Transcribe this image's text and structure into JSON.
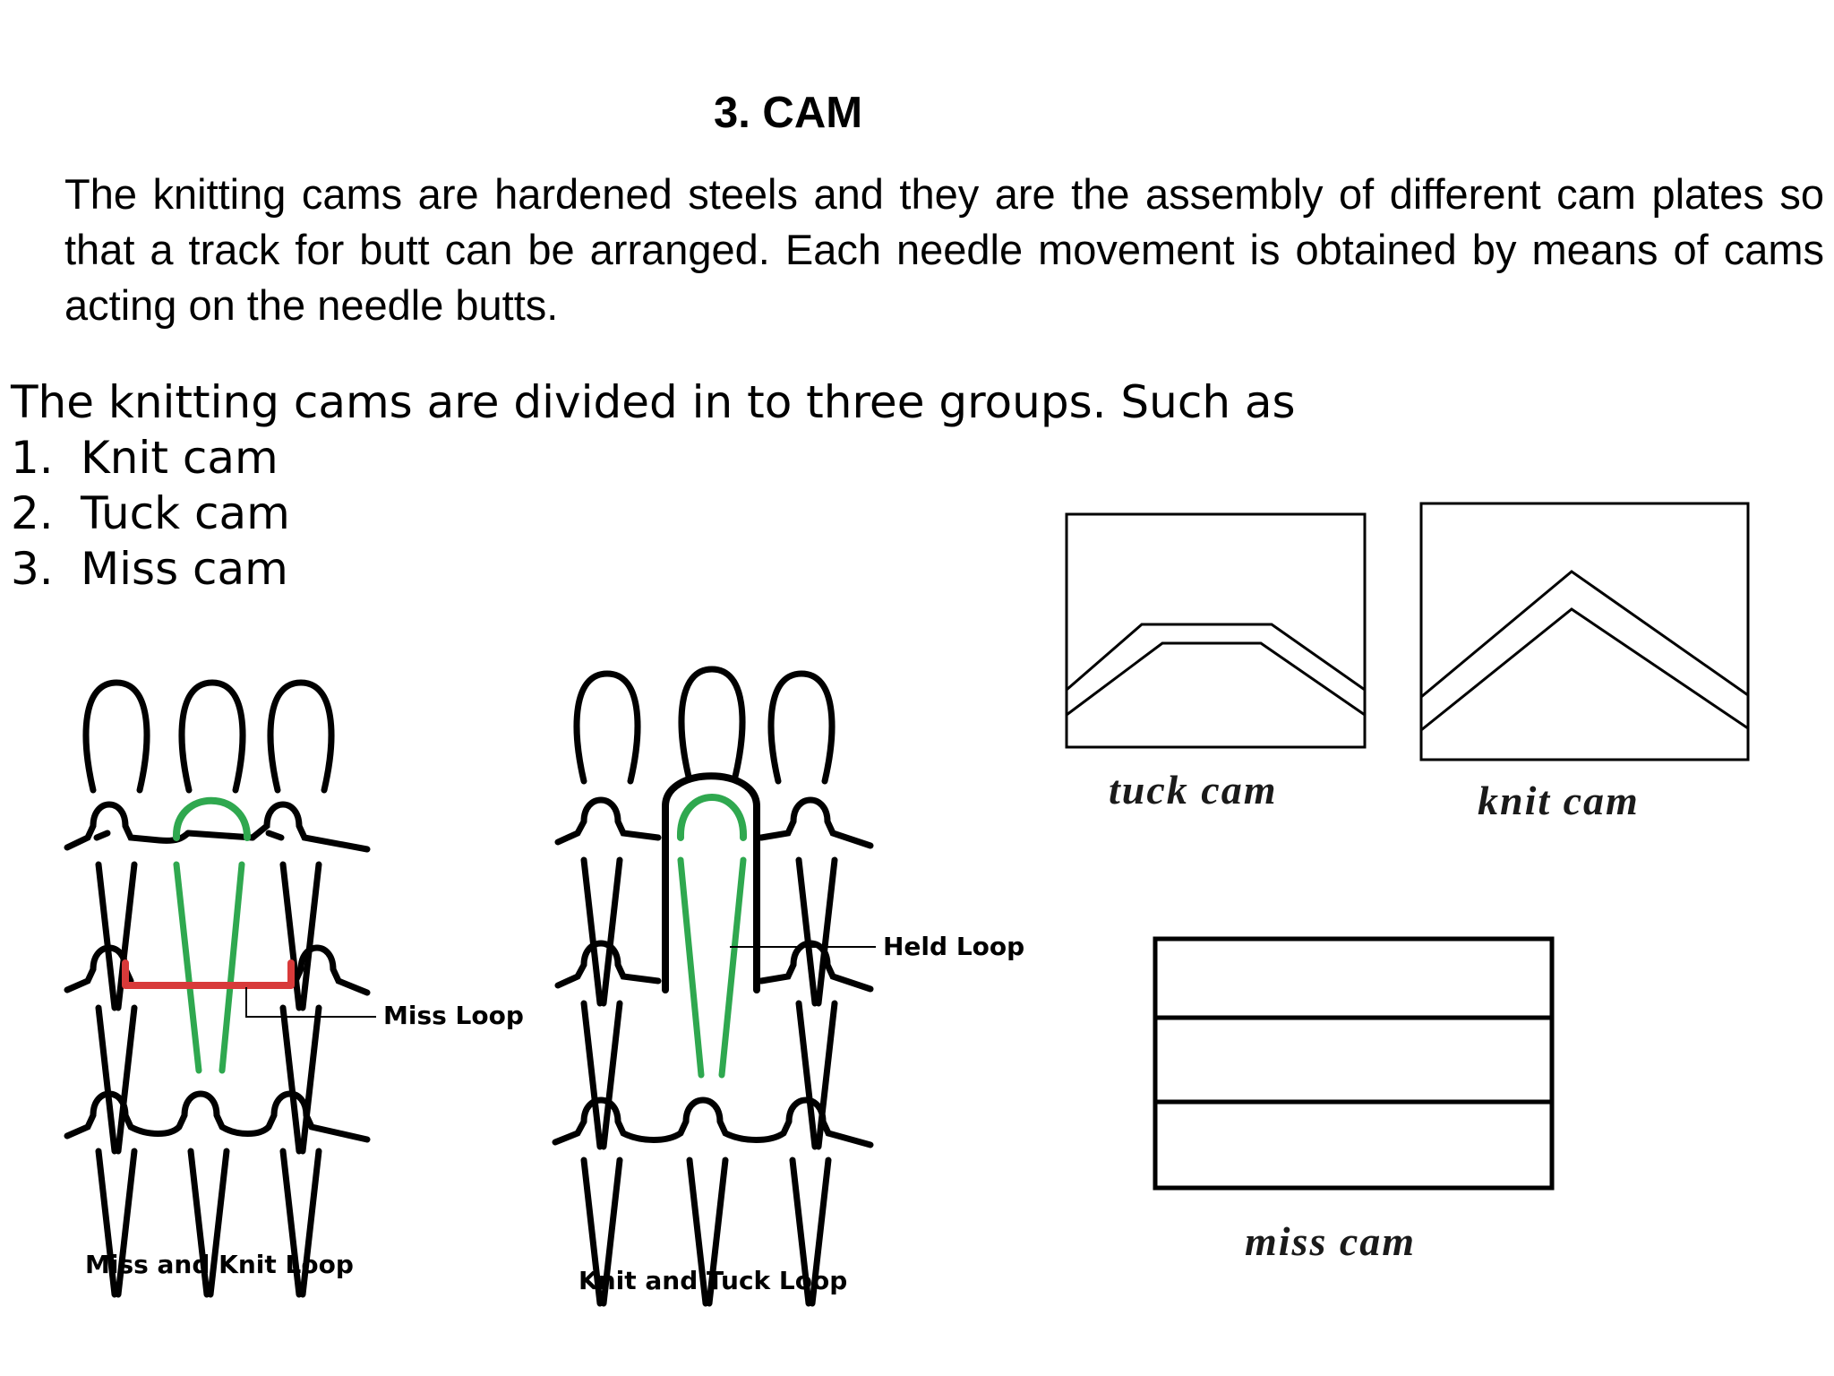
{
  "title": "3. CAM",
  "intro": "The knitting cams are hardened steels and they are the assembly of different cam plates so that a track for butt can be arranged. Each needle movement is obtained by means of cams acting on the needle butts.",
  "groups": {
    "lead": "The knitting cams are divided in to three groups. Such as",
    "items": [
      {
        "num": "1.",
        "label": "Knit cam"
      },
      {
        "num": "2.",
        "label": "Tuck cam"
      },
      {
        "num": "3.",
        "label": "Miss cam"
      }
    ]
  },
  "figures": {
    "miss_knit": {
      "caption": "Miss and Knit Loop",
      "callout": "Miss Loop"
    },
    "knit_tuck": {
      "caption": "Knit and Tuck Loop",
      "callout": "Held Loop"
    },
    "tuck_cam": {
      "caption": "tuck cam"
    },
    "knit_cam": {
      "caption": "knit cam"
    },
    "miss_cam": {
      "caption": "miss cam"
    }
  },
  "colors": {
    "text": "#000000",
    "knit_loop_stroke": "#000000",
    "highlight_loop": "#2fa84f",
    "miss_float": "#d83a3a",
    "background": "#ffffff"
  }
}
